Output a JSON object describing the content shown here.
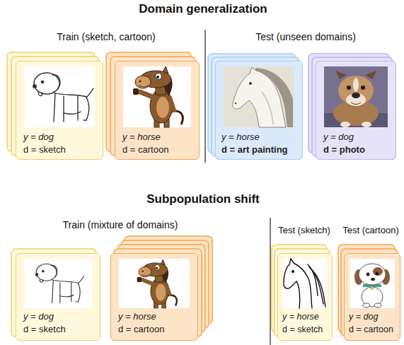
{
  "diagram": {
    "nodes": [
      {
        "text": [
          "y = dog",
          "d = sketch"
        ]
      },
      {
        "text": [
          "y = horse",
          "d = cartoon"
        ]
      },
      {
        "text": [
          "y = horse",
          "d = art painting"
        ]
      },
      {
        "text": [
          "y = dog",
          "d = photo"
        ]
      },
      {
        "text": [
          "y = dog",
          "d = sketch"
        ]
      },
      {
        "text": [
          "y = horse",
          "d = cartoon"
        ]
      },
      {
        "text": [
          "y = horse",
          "d = sketch"
        ]
      },
      {
        "text": [
          "y = dog",
          "d = cartoon"
        ]
      }
    ],
    "labels": [
      "Domain generalization",
      "Train (sketch, cartoon)",
      "Test (unseen domains)",
      "Subpopulation shift",
      "Train (mixture of domains)",
      "Test (sketch)",
      "Test (cartoon)"
    ]
  }
}
